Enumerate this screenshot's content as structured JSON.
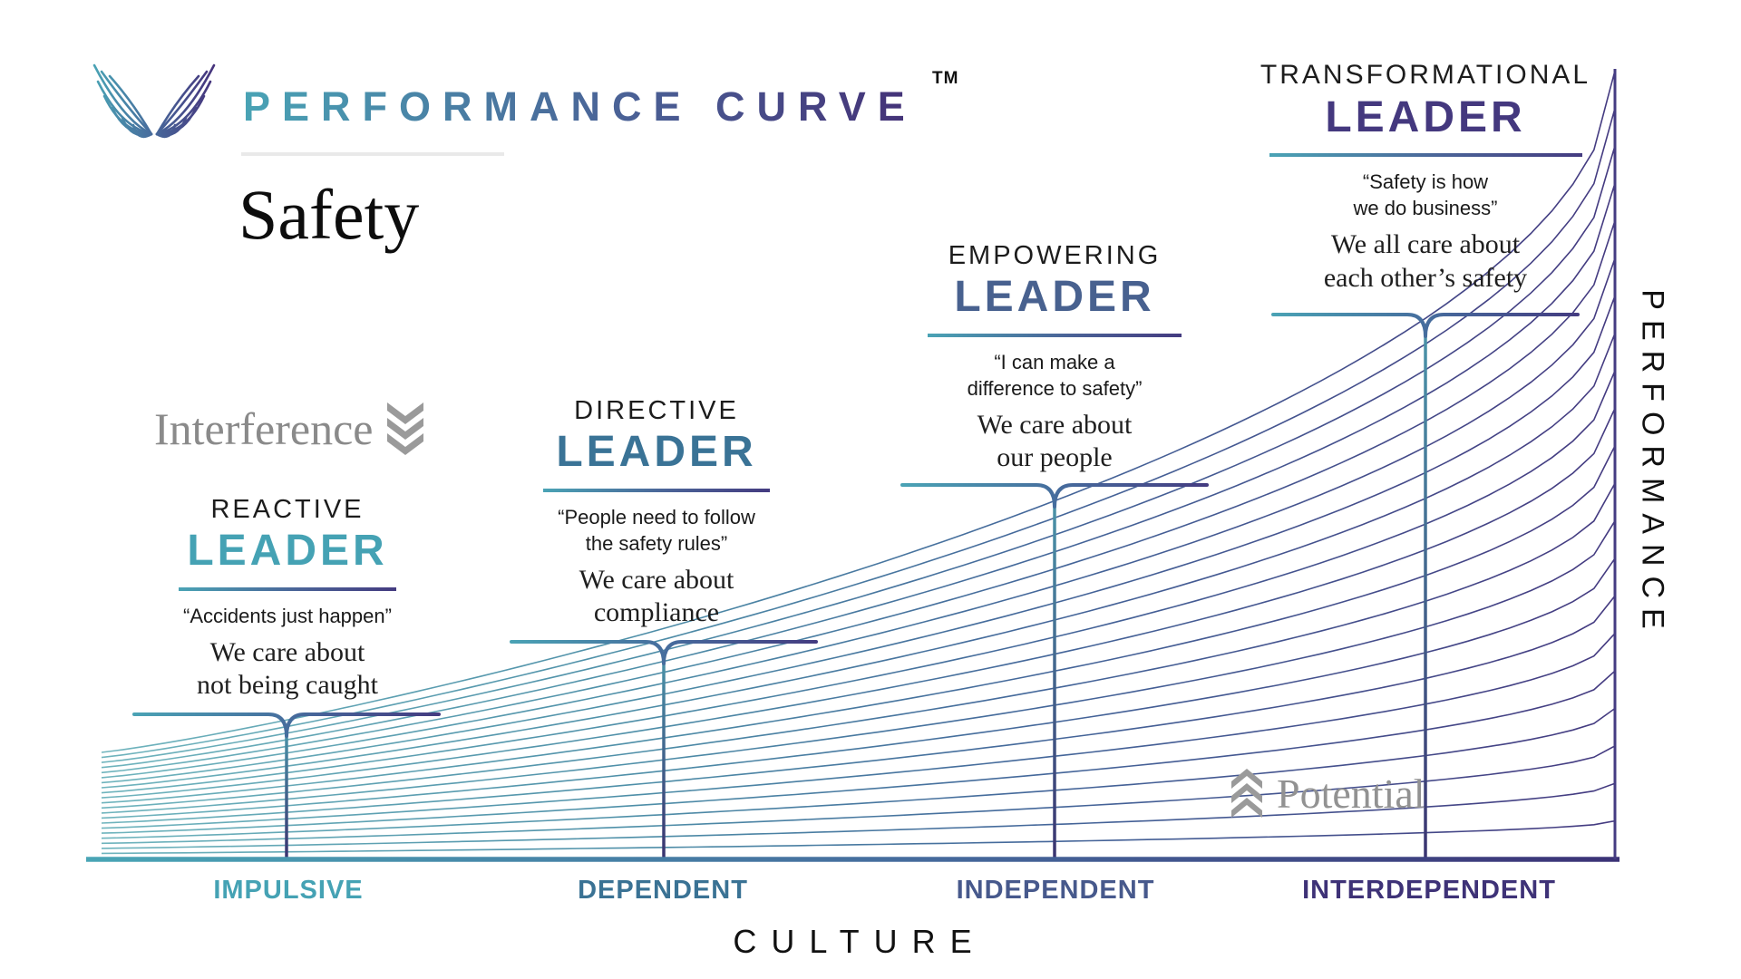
{
  "brand": {
    "title": "PERFORMANCE CURVE",
    "trademark": "TM",
    "subtitle": "Safety"
  },
  "annotations": {
    "interference": "Interference",
    "potential": "Potential"
  },
  "leaders": [
    {
      "kicker": "REACTIVE",
      "title": "LEADER",
      "color": "#45A2B4",
      "quote_lines": [
        "“Accidents just happen”"
      ],
      "statement_lines": [
        "We care about",
        "not being caught"
      ]
    },
    {
      "kicker": "DIRECTIVE",
      "title": "LEADER",
      "color": "#3A7396",
      "quote_lines": [
        "“People need to follow",
        "the safety rules”"
      ],
      "statement_lines": [
        "We care about",
        "compliance"
      ]
    },
    {
      "kicker": "EMPOWERING",
      "title": "LEADER",
      "color": "#48618F",
      "quote_lines": [
        "“I can make a",
        "difference to safety”"
      ],
      "statement_lines": [
        "We care about",
        "our people"
      ]
    },
    {
      "kicker": "TRANSFORMATIONAL",
      "title": "LEADER",
      "color": "#44387E",
      "quote_lines": [
        "“Safety is how",
        "we do business”"
      ],
      "statement_lines": [
        "We all care about",
        "each other’s safety"
      ]
    }
  ],
  "axes": {
    "x_title": "CULTURE",
    "y_title": "PERFORMANCE",
    "x_categories": [
      {
        "label": "IMPULSIVE",
        "color": "#45A2B4"
      },
      {
        "label": "DEPENDENT",
        "color": "#3A7294"
      },
      {
        "label": "INDEPENDENT",
        "color": "#47598C"
      },
      {
        "label": "INTERDEPENDENT",
        "color": "#3E3277"
      }
    ]
  },
  "colors": {
    "curve_teal": "#6FB4BD",
    "curve_steel": "#4E8FA8",
    "curve_slate": "#44679A",
    "curve_purple": "#443A80",
    "annotation_gray": "#8a8a8a"
  }
}
